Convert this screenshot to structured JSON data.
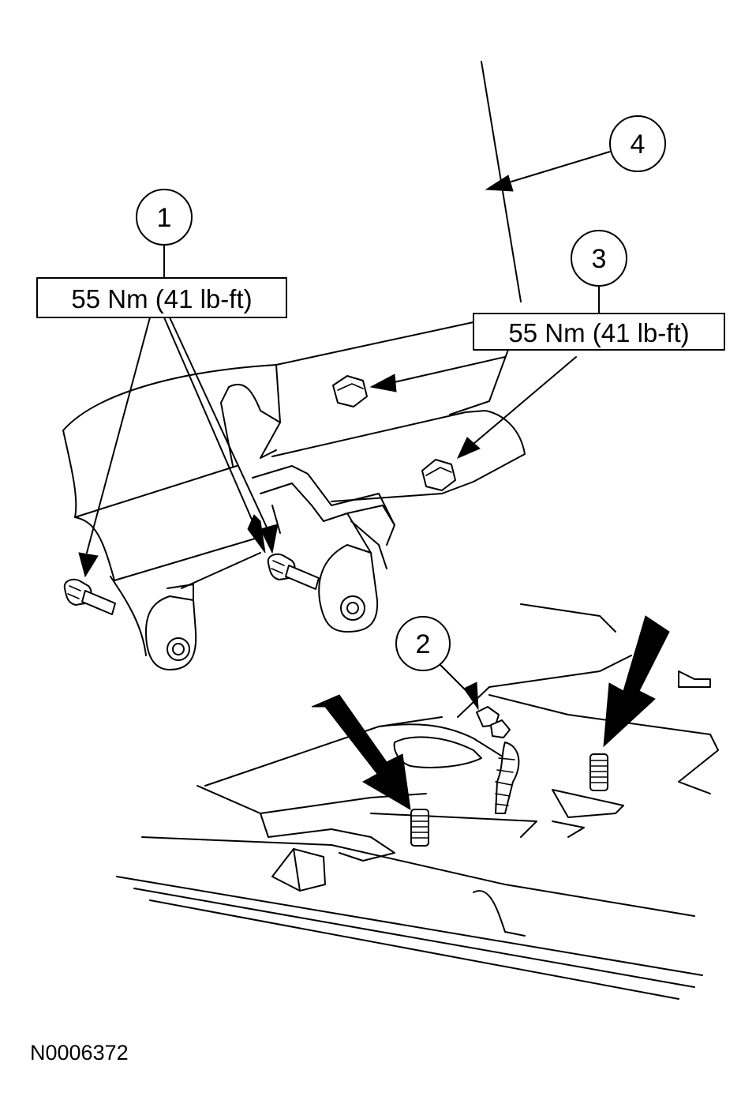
{
  "callouts": [
    {
      "id": "1",
      "label": "1"
    },
    {
      "id": "2",
      "label": "2"
    },
    {
      "id": "3",
      "label": "3"
    },
    {
      "id": "4",
      "label": "4"
    }
  ],
  "torque_specs": {
    "callout_1": "55 Nm (41 lb-ft)",
    "callout_3": "55 Nm (41 lb-ft)"
  },
  "figure_id": "N0006372"
}
